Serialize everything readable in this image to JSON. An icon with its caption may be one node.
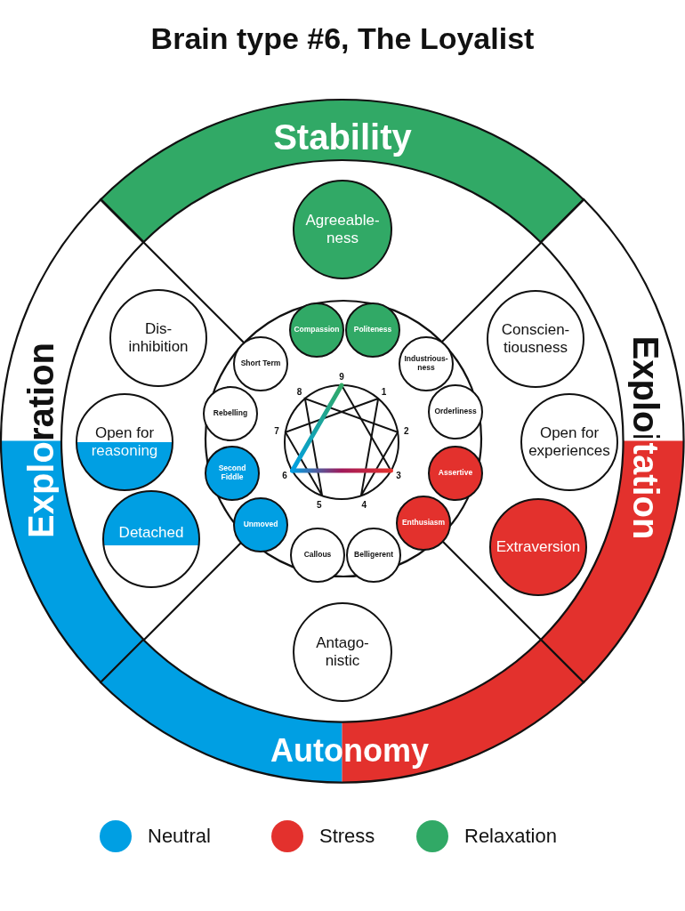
{
  "diagram": {
    "title": "Brain type #6, The Loyalist",
    "nodes": [
      {
        "text": [
          "Stability"
        ]
      },
      {
        "text": [
          "Agreeable- ness"
        ]
      },
      {
        "text": [
          "Exploration"
        ]
      },
      {
        "text": [
          "Exploitation"
        ]
      },
      {
        "text": [
          "Dis- inhibition"
        ]
      },
      {
        "text": [
          "Conscien- tiousness"
        ]
      },
      {
        "text": [
          "Compassion"
        ]
      },
      {
        "text": [
          "Politeness"
        ]
      },
      {
        "text": [
          "Short Term"
        ]
      },
      {
        "text": [
          "Industrious- ness"
        ]
      },
      {
        "text": [
          "Rebelling"
        ]
      },
      {
        "text": [
          "Orderliness"
        ]
      },
      {
        "text": [
          "Open for reasoning"
        ]
      },
      {
        "text": [
          "Open for experiences"
        ]
      },
      {
        "text": [
          "Second Fiddle"
        ]
      },
      {
        "text": [
          "Assertive"
        ]
      },
      {
        "text": [
          "Detached"
        ]
      },
      {
        "text": [
          "Unmoved"
        ]
      },
      {
        "text": [
          "Enthusiasm"
        ]
      },
      {
        "text": [
          "Extraversion"
        ]
      },
      {
        "text": [
          "Callous"
        ]
      },
      {
        "text": [
          "Belligerent"
        ]
      },
      {
        "text": [
          "Antago- nistic"
        ]
      },
      {
        "text": [
          "Autonomy"
        ]
      }
    ],
    "labels": [
      "9",
      "8",
      "1",
      "7",
      "2",
      "6",
      "3",
      "5",
      "4"
    ],
    "legend": [
      {
        "text": "Neutral",
        "color": "#009fe3"
      },
      {
        "text": "Stress",
        "color": "#e3312d"
      },
      {
        "text": "Relaxation",
        "color": "#31a966"
      }
    ]
  }
}
